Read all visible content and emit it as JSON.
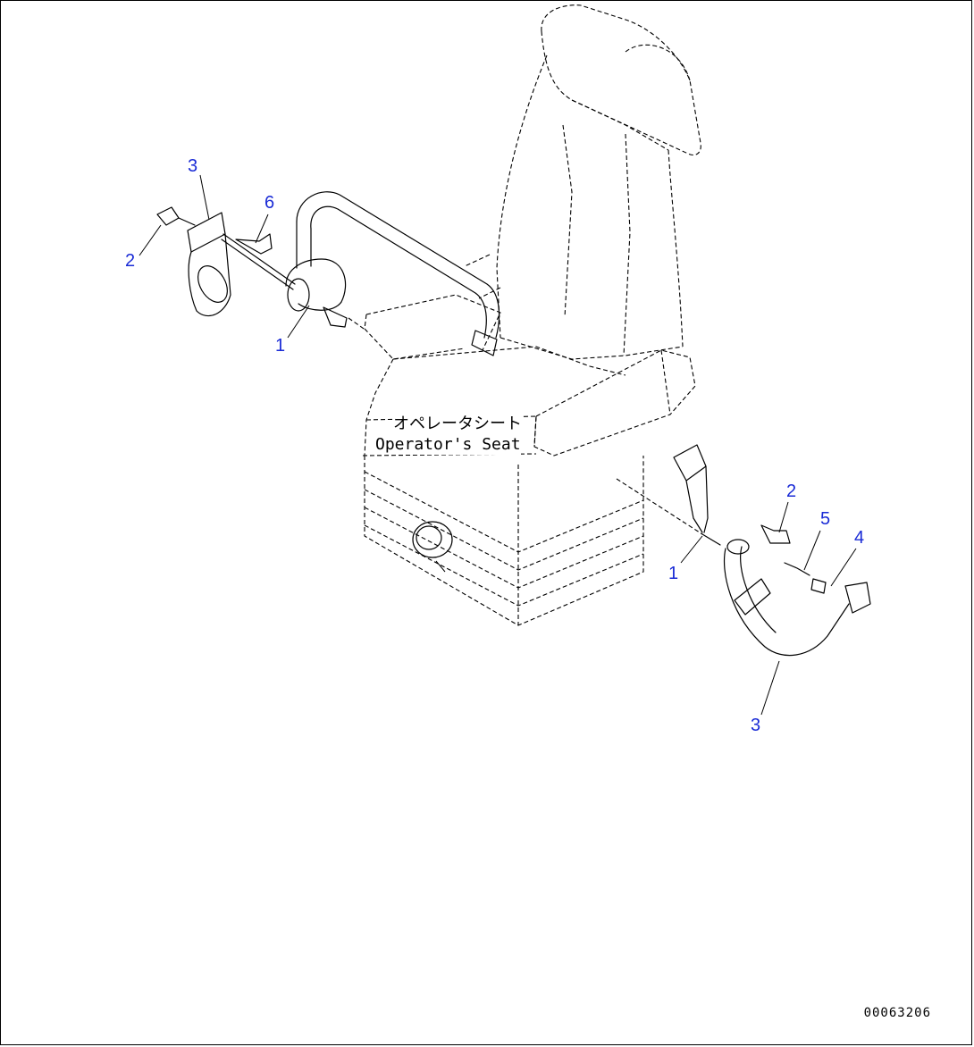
{
  "seat_label": {
    "japanese": "オペレータシート",
    "english": "Operator's Seat"
  },
  "callouts": [
    {
      "id": "c3-left",
      "text": "3"
    },
    {
      "id": "c6-left",
      "text": "6"
    },
    {
      "id": "c2-left",
      "text": "2"
    },
    {
      "id": "c1-left",
      "text": "1"
    },
    {
      "id": "c2-right",
      "text": "2"
    },
    {
      "id": "c5-right",
      "text": "5"
    },
    {
      "id": "c4-right",
      "text": "4"
    },
    {
      "id": "c1-right",
      "text": "1"
    },
    {
      "id": "c3-right",
      "text": "3"
    }
  ],
  "drawing_id": "00063206",
  "colors": {
    "callout": "#1a2bd6",
    "line": "#000000",
    "background": "#ffffff"
  }
}
